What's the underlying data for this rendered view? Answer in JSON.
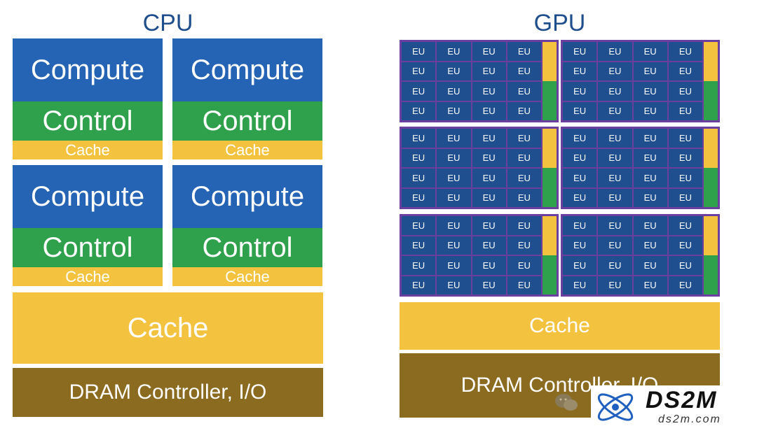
{
  "cpu": {
    "title": "CPU",
    "cores": [
      {
        "compute": "Compute",
        "control": "Control",
        "cache": "Cache"
      },
      {
        "compute": "Compute",
        "control": "Control",
        "cache": "Cache"
      },
      {
        "compute": "Compute",
        "control": "Control",
        "cache": "Cache"
      },
      {
        "compute": "Compute",
        "control": "Control",
        "cache": "Cache"
      }
    ],
    "cache": "Cache",
    "dram": "DRAM Controller, I/O"
  },
  "gpu": {
    "title": "GPU",
    "eu_label": "EU",
    "cluster_count": 6,
    "eu_per_cluster": 16,
    "cache": "Cache",
    "dram": "DRAM Controller, I/O"
  },
  "watermark": {
    "brand": "DS2M",
    "url": "ds2m.com"
  },
  "colors": {
    "compute": "#2563b5",
    "control": "#2fa04c",
    "cache": "#f3c33f",
    "dram": "#8a6b20",
    "eu": "#1f4f8f",
    "cluster_border": "#6b3fa0",
    "title": "#1f4e8c"
  }
}
